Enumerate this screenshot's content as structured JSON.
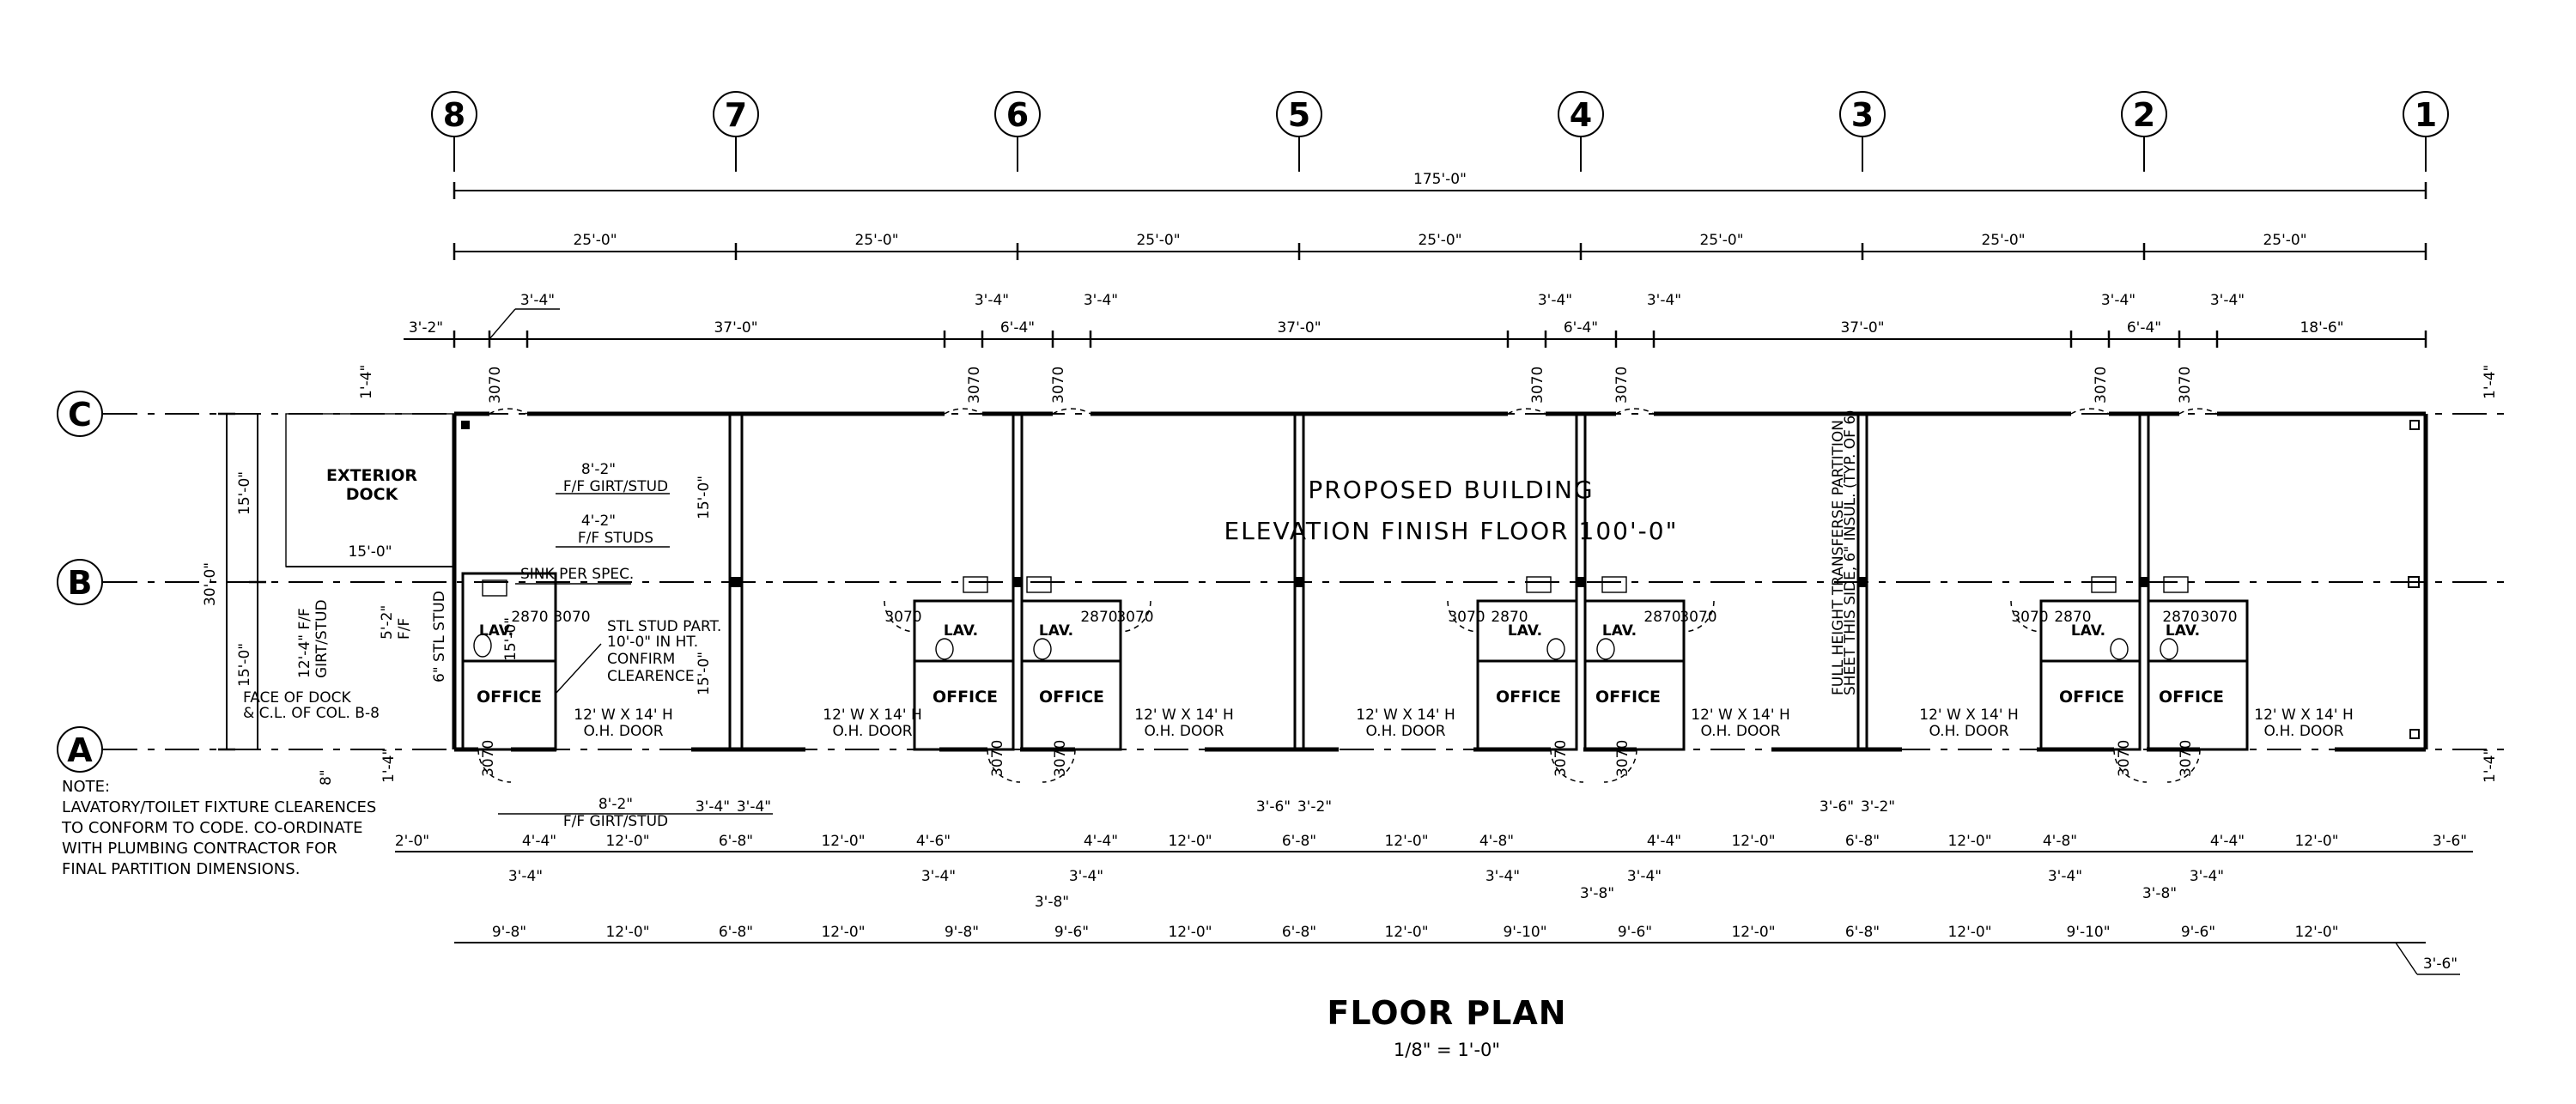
{
  "grid_columns": [
    "8",
    "7",
    "6",
    "5",
    "4",
    "3",
    "2",
    "1"
  ],
  "grid_rows": [
    "C",
    "B",
    "A"
  ],
  "dims": {
    "overall": "175'-0\"",
    "bay": "25'-0\"",
    "d_3_2": "3'-2\"",
    "d_3_4": "3'-4\"",
    "d_37_0": "37'-0\"",
    "d_6_4": "6'-4\"",
    "d_18_6": "18'-6\"",
    "d_1_4": "1'-4\"",
    "d_15_0": "15'-0\"",
    "d_30_0": "30'-0\"",
    "d_8_2": "8'-2\"",
    "d_4_2": "4'-2\"",
    "d_2_0": "2'-0\"",
    "d_4_4": "4'-4\"",
    "d_12_0": "12'-0\"",
    "d_6_8": "6'-8\"",
    "d_4_6": "4'-6\"",
    "d_3_6": "3'-6\"",
    "d_3_8": "3'-8\"",
    "d_4_8": "4'-8\"",
    "d_9_8": "9'-8\"",
    "d_9_6": "9'-6\"",
    "d_9_10": "9'-10\"",
    "d_8": "8\"",
    "d_5_2": "5'-2\"",
    "d_12_4": "12'-4\" F/F"
  },
  "labels": {
    "exterior_dock_1": "EXTERIOR",
    "exterior_dock_2": "DOCK",
    "ff_girt": "F/F GIRT/STUD",
    "ff_studs": "F/F STUDS",
    "sink": "SINK PER SPEC.",
    "stud_part_1": "STL STUD PART.",
    "stud_part_2": "10'-0\" IN HT.",
    "stud_part_3": "CONFIRM",
    "stud_part_4": "CLEARENCE",
    "face_of_dock_1": "FACE OF DOCK",
    "face_of_dock_2": "& C.L. OF COL. B-8",
    "girt_stud": "GIRT/STUD",
    "ff": "F/F",
    "stl_stud": "6\" STL STUD",
    "proposed_1": "PROPOSED BUILDING",
    "proposed_2": "ELEVATION FINISH FLOOR 100'-0\"",
    "partition_1": "FULL HEIGHT TRANSFERSE PARTITION",
    "partition_2": "SHEET THIS SIDE, 6\" INSUL. (TYP. OF 6)",
    "oh_door_1": "12' W X 14' H",
    "oh_door_2": "O.H. DOOR",
    "lav": "LAV.",
    "office": "OFFICE",
    "door_3070": "3070",
    "door_2870": "2870"
  },
  "note": {
    "line1": "NOTE:",
    "line2": "LAVATORY/TOILET FIXTURE CLEARENCES",
    "line3": "TO CONFORM TO CODE. CO-ORDINATE",
    "line4": "WITH PLUMBING CONTRACTOR FOR",
    "line5": "FINAL PARTITION DIMENSIONS."
  },
  "title": {
    "main": "FLOOR PLAN",
    "scale": "1/8\" = 1'-0\""
  }
}
